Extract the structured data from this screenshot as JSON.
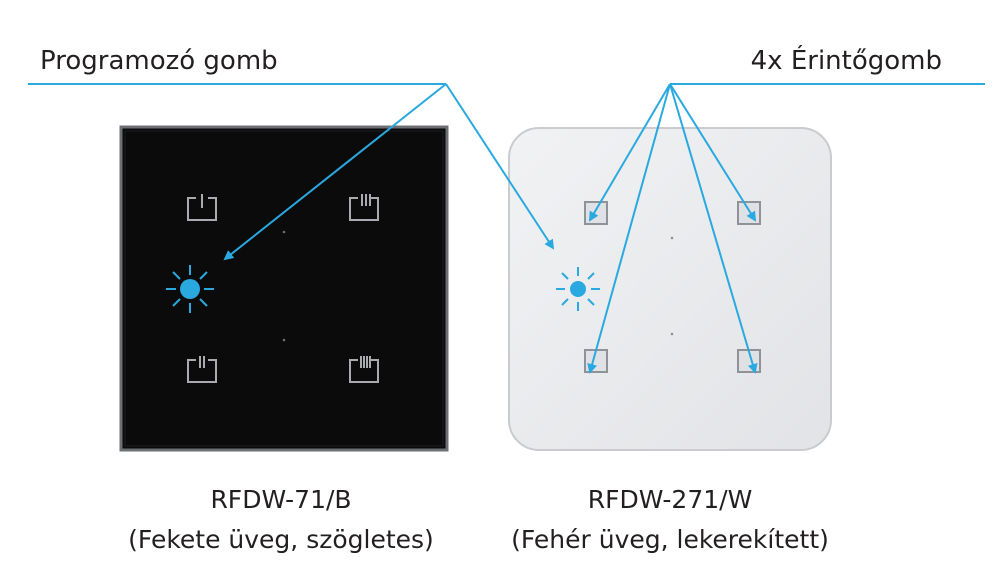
{
  "callouts": {
    "left": "Programozó gomb",
    "right": "4x Érintőgomb"
  },
  "devices": [
    {
      "model": "RFDW-71/B",
      "description": "(Fekete üveg, szögletes)"
    },
    {
      "model": "RFDW-271/W",
      "description": "(Fehér üveg, lekerekített)"
    }
  ],
  "colors": {
    "accent": "#29a9e0",
    "black_panel": "#0b0b0c",
    "white_panel": "#e9eaec",
    "text": "#231f20"
  },
  "icons": {
    "programming_button": "sun-led-icon",
    "touch_button": "touch-key-icon"
  }
}
